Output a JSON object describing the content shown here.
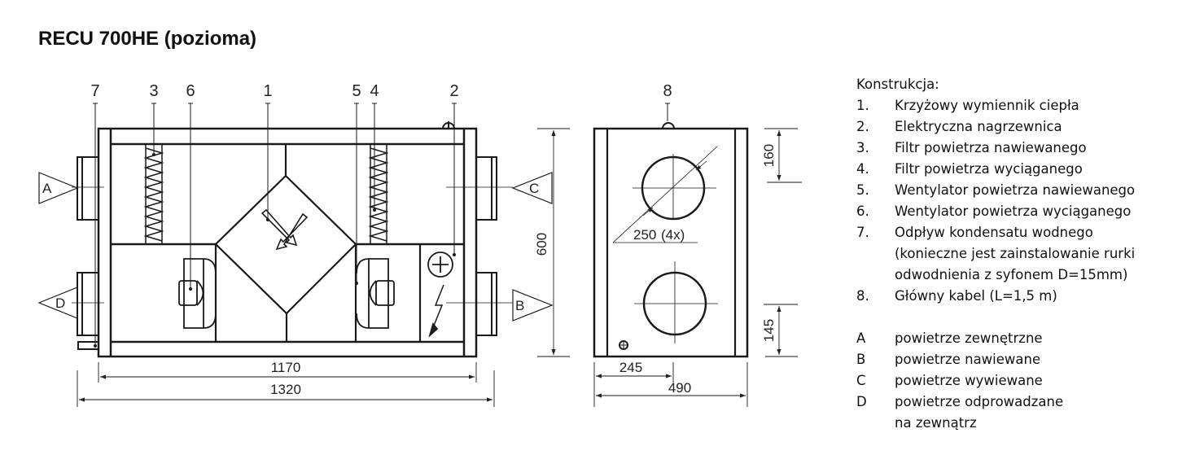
{
  "title": "RECU 700HE (pozioma)",
  "side_view": {
    "callouts": [
      "7",
      "3",
      "6",
      "1",
      "5",
      "4",
      "2"
    ],
    "air_labels": {
      "a": "A",
      "b": "B",
      "c": "C",
      "d": "D"
    },
    "dim_inner_width": "1170",
    "dim_outer_width": "1320",
    "dim_height": "600"
  },
  "front_view": {
    "callout": "8",
    "dim_diameter": "250",
    "dim_diameter_count": "(4x)",
    "dim_top_offset": "160",
    "dim_bottom_offset": "145",
    "dim_center": "245",
    "dim_width": "490"
  },
  "legend": {
    "heading": "Konstrukcja:",
    "items": [
      {
        "num": "1.",
        "text": "Krzyżowy wymiennik ciepła"
      },
      {
        "num": "2.",
        "text": "Elektryczna nagrzewnica"
      },
      {
        "num": "3.",
        "text": "Filtr powietrza nawiewanego"
      },
      {
        "num": "4.",
        "text": "Filtr powietrza wyciąganego"
      },
      {
        "num": "5.",
        "text": "Wentylator powietrza nawiewanego"
      },
      {
        "num": "6.",
        "text": "Wentylator powietrza wyciąganego"
      },
      {
        "num": "7.",
        "text": "Odpływ kondensatu wodnego (konieczne jest zainstalowanie rurki odwodnienia z syfonem D=15mm)"
      },
      {
        "num": "8.",
        "text": "Główny kabel (L=1,5 m)"
      }
    ],
    "air": [
      {
        "key": "A",
        "text": "powietrze zewnętrzne"
      },
      {
        "key": "B",
        "text": "powietrze nawiewane"
      },
      {
        "key": "C",
        "text": "powietrze wywiewane"
      },
      {
        "key": "D",
        "text": "powietrze odprowadzane na zewnątrz"
      }
    ]
  }
}
